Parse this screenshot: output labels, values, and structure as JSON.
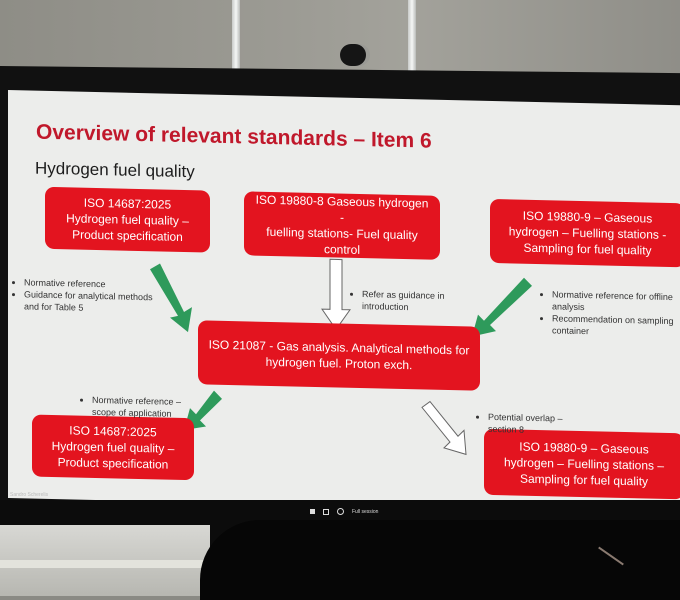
{
  "slide": {
    "title": "Overview of relevant standards – Item 6",
    "subtitle": "Hydrogen fuel quality",
    "boxes": {
      "top_left": "ISO 14687:2025\nHydrogen fuel quality –\nProduct specification",
      "top_center": "ISO 19880-8 Gaseous hydrogen -\nfuelling stations- Fuel quality\ncontrol",
      "top_right": "ISO 19880-9 – Gaseous\nhydrogen – Fuelling stations -\nSampling for fuel quality",
      "center": "ISO 21087 - Gas analysis. Analytical methods for\nhydrogen fuel. Proton exch.",
      "bottom_left": "ISO 14687:2025\nHydrogen fuel quality –\nProduct specification",
      "bottom_right": "ISO 19880-9 – Gaseous\nhydrogen – Fuelling stations –\nSampling for fuel quality"
    },
    "notes": {
      "top_left": [
        "Normative reference",
        "Guidance for analytical methods and for Table 5"
      ],
      "top_center": [
        "Refer as guidance in introduction"
      ],
      "top_right": [
        "Normative reference for offline analysis",
        "Recommendation on sampling container"
      ],
      "bottom_left": [
        "Normative reference – scope of application"
      ],
      "bottom_right": [
        "Potential overlap – section 8"
      ]
    },
    "colors": {
      "box_red": "#e3141f",
      "title_red": "#c0182b",
      "arrow_green": "#2e9a5b",
      "slide_bg": "#ecedeb"
    }
  },
  "meeting_bar": {
    "presenter_tag": "Sandro Scherelis",
    "icons": [
      "stop-share-icon",
      "window-icon",
      "settings-icon"
    ],
    "status_text": "Full session"
  }
}
